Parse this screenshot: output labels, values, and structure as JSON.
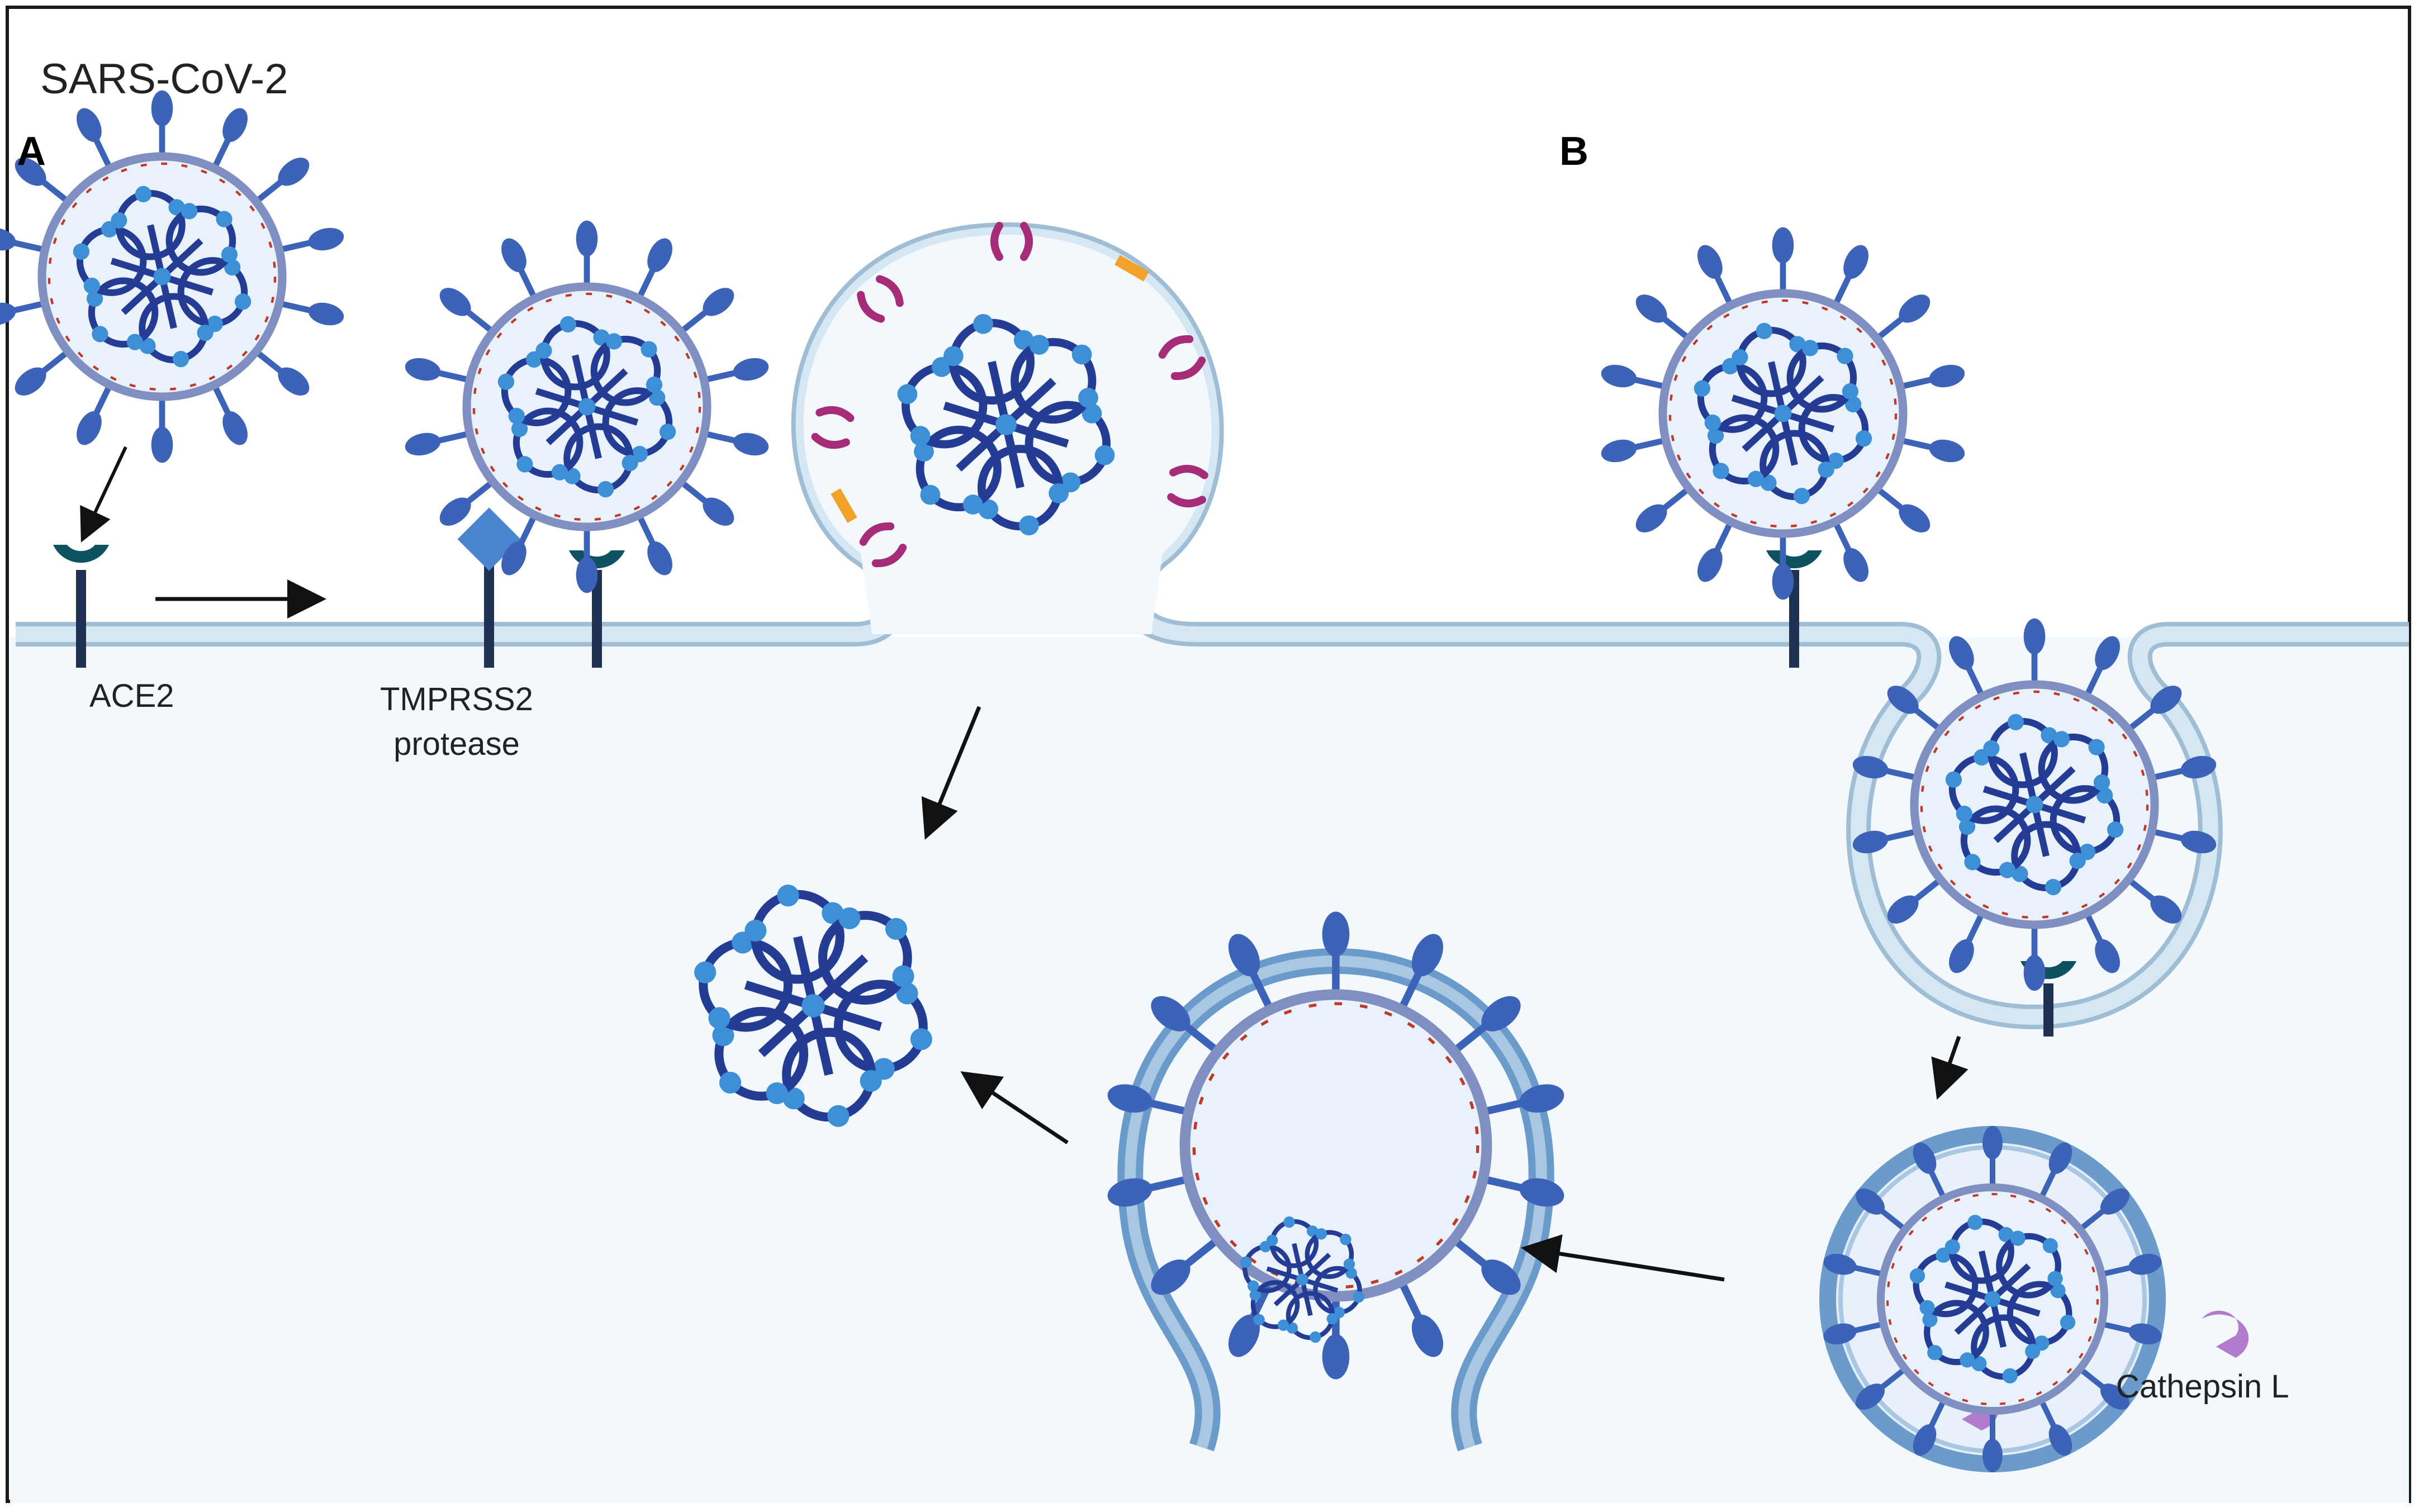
{
  "title": "SARS-CoV-2",
  "panels": {
    "a": "A",
    "b": "B"
  },
  "labels": {
    "ace2": "ACE2",
    "tmprss2_line1": "TMPRSS2",
    "tmprss2_line2": "protease",
    "cathepsin": "Cathepsin L"
  },
  "colors": {
    "cytoplasm": "#f3f8fc",
    "membrane_fill": "#d6e7f4",
    "membrane_edge": "#9fbdd4",
    "endosome_edge": "#6b9bcb",
    "spike": "#3d63b8",
    "virus_envelope": "#7f8fc2",
    "rna_strand": "#243c94",
    "rna_bead": "#3d8fd6",
    "receptor_cup": "#0e5160",
    "receptor_stalk": "#1f3253",
    "protease": "#4a86cf",
    "cathepsin": "#b27bcb",
    "envelope_protein": "#a62c77",
    "membrane_marker": "#f0a22a",
    "arrow": "#111111"
  }
}
